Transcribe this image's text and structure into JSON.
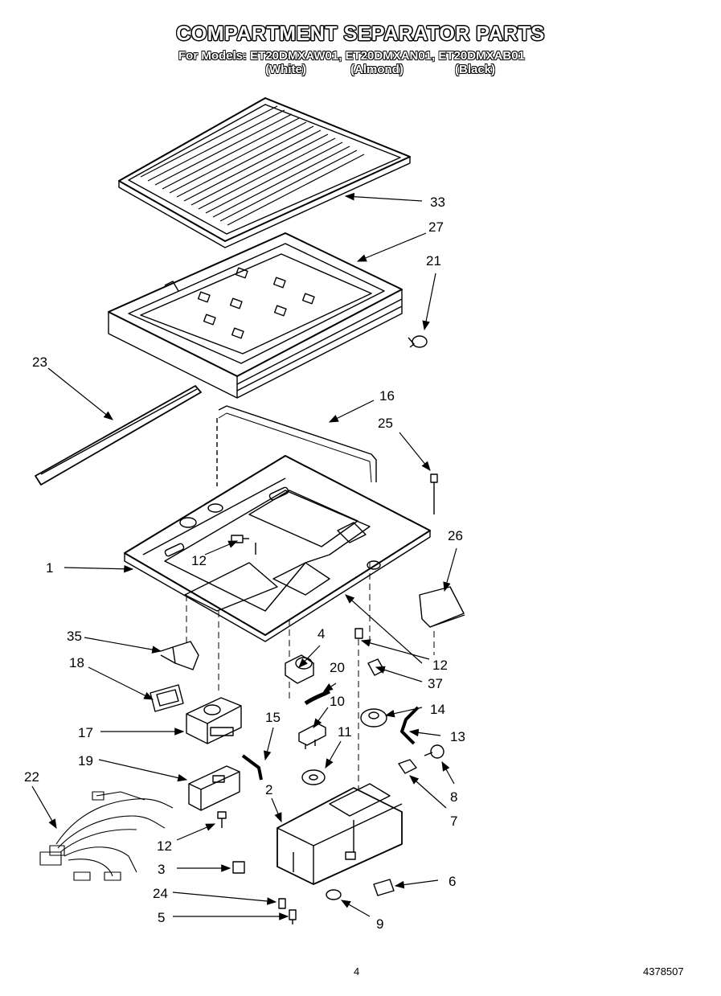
{
  "title": "COMPARTMENT SEPARATOR PARTS",
  "models_line": "For Models: ET20DMXAW01, ET20DMXAN01, ET20DMXAB01",
  "colors": {
    "white": "(White)",
    "almond": "(Almond)",
    "black": "(Black)"
  },
  "page_number": "4",
  "doc_number": "4378507",
  "callouts": {
    "c33": "33",
    "c27": "27",
    "c21": "21",
    "c23": "23",
    "c16": "16",
    "c25": "25",
    "c26": "26",
    "c1": "1",
    "c12a": "12",
    "c12b": "12",
    "c35": "35",
    "c4": "4",
    "c20": "20",
    "c37": "37",
    "c18": "18",
    "c10": "10",
    "c14": "14",
    "c17": "17",
    "c15": "15",
    "c11": "11",
    "c13": "13",
    "c19": "19",
    "c8": "8",
    "c22": "22",
    "c2": "2",
    "c7": "7",
    "c12c": "12",
    "c3": "3",
    "c6": "6",
    "c24": "24",
    "c5": "5",
    "c9": "9"
  }
}
